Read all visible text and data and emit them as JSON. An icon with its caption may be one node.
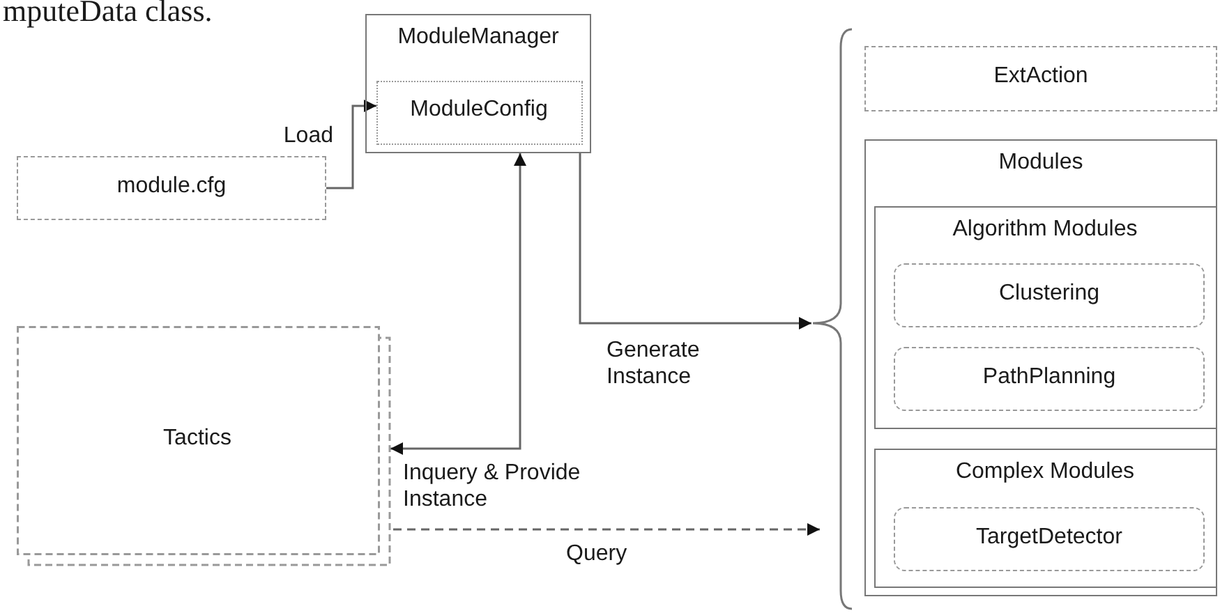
{
  "diagram": {
    "nodes": [
      {
        "text": [
          "ModuleManager"
        ]
      },
      {
        "text": [
          "ModuleConfig"
        ],
        "in": 0
      },
      {
        "text": [
          "module.cfg"
        ]
      },
      {
        "text": [
          "Tactics"
        ]
      },
      {
        "text": [],
        "shape": "brace"
      },
      {
        "text": [
          "ExtAction"
        ]
      },
      {
        "text": [
          "Modules"
        ]
      },
      {
        "text": [
          "Algorithm Modules"
        ],
        "in": 6
      },
      {
        "text": [
          "Clustering"
        ],
        "in": 7
      },
      {
        "text": [
          "PathPlanning"
        ],
        "in": 7
      },
      {
        "text": [
          "Complex Modules"
        ],
        "in": 6
      },
      {
        "text": [
          "TargetDetector"
        ],
        "in": 10
      }
    ],
    "edges": [
      {
        "from": 2,
        "to": 1,
        "arrow": "to",
        "label": "Load"
      },
      {
        "from": 0,
        "to": 4,
        "arrow": "to",
        "label": "Generate Instance"
      },
      {
        "from": 0,
        "to": 3,
        "arrow": "both",
        "label": "Inquery & Provide Instance"
      },
      {
        "from": 3,
        "to": 4,
        "arrow": "to",
        "label": "Query",
        "style": "dashed"
      }
    ],
    "labels": [
      "mputeData class."
    ]
  }
}
